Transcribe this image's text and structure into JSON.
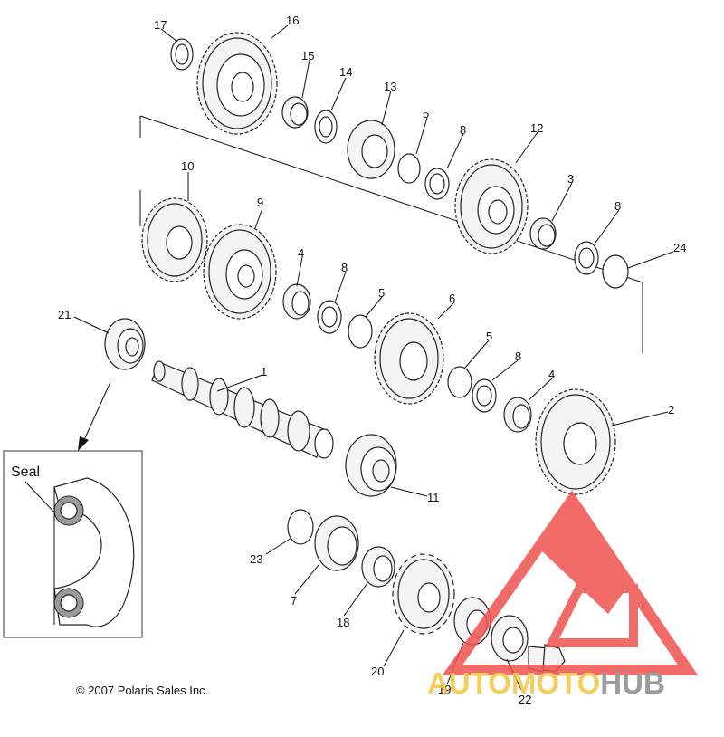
{
  "diagram": {
    "callouts": [
      "17",
      "16",
      "15",
      "14",
      "13",
      "5",
      "8",
      "12",
      "3",
      "8",
      "24",
      "10",
      "9",
      "4",
      "8",
      "5",
      "6",
      "21",
      "1",
      "5",
      "8",
      "4",
      "2",
      "11",
      "23",
      "7",
      "18",
      "20",
      "19",
      "22"
    ],
    "inset_label": "Seal",
    "copyright": "© 2007 Polaris Sales Inc."
  },
  "watermark": {
    "part1": "AUTO",
    "part2": "MOTO",
    "part3": "HUB",
    "colors": {
      "triangle": "#ef5350",
      "auto": "#f4c542",
      "hub": "#8a8a8a"
    }
  }
}
